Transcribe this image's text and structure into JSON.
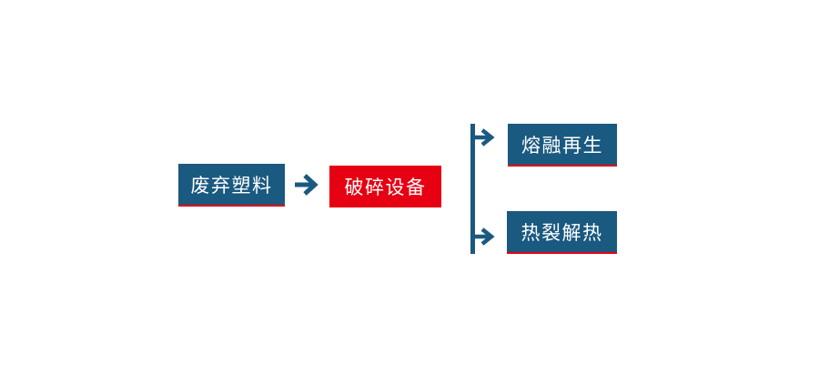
{
  "colors": {
    "brand-blue": "#1a5980",
    "brand-red": "#e60012",
    "node-text": "#ffffff",
    "background": "#ffffff"
  },
  "flowchart": {
    "nodes": [
      {
        "id": "waste-plastic",
        "label": "废弃塑料",
        "color": "blue"
      },
      {
        "id": "crushing-equipment",
        "label": "破碎设备",
        "color": "red"
      },
      {
        "id": "melt-regeneration",
        "label": "熔融再生",
        "color": "blue"
      },
      {
        "id": "pyrolysis-heat",
        "label": "热裂解热",
        "color": "blue"
      }
    ],
    "edges": [
      {
        "from": "废弃塑料",
        "to": "破碎设备",
        "icon": "arrow-right-icon"
      },
      {
        "from": "破碎设备",
        "to": "熔融再生",
        "icon": "branch-arrow-top-icon"
      },
      {
        "from": "破碎设备",
        "to": "热裂解热",
        "icon": "branch-arrow-bottom-icon"
      }
    ]
  }
}
